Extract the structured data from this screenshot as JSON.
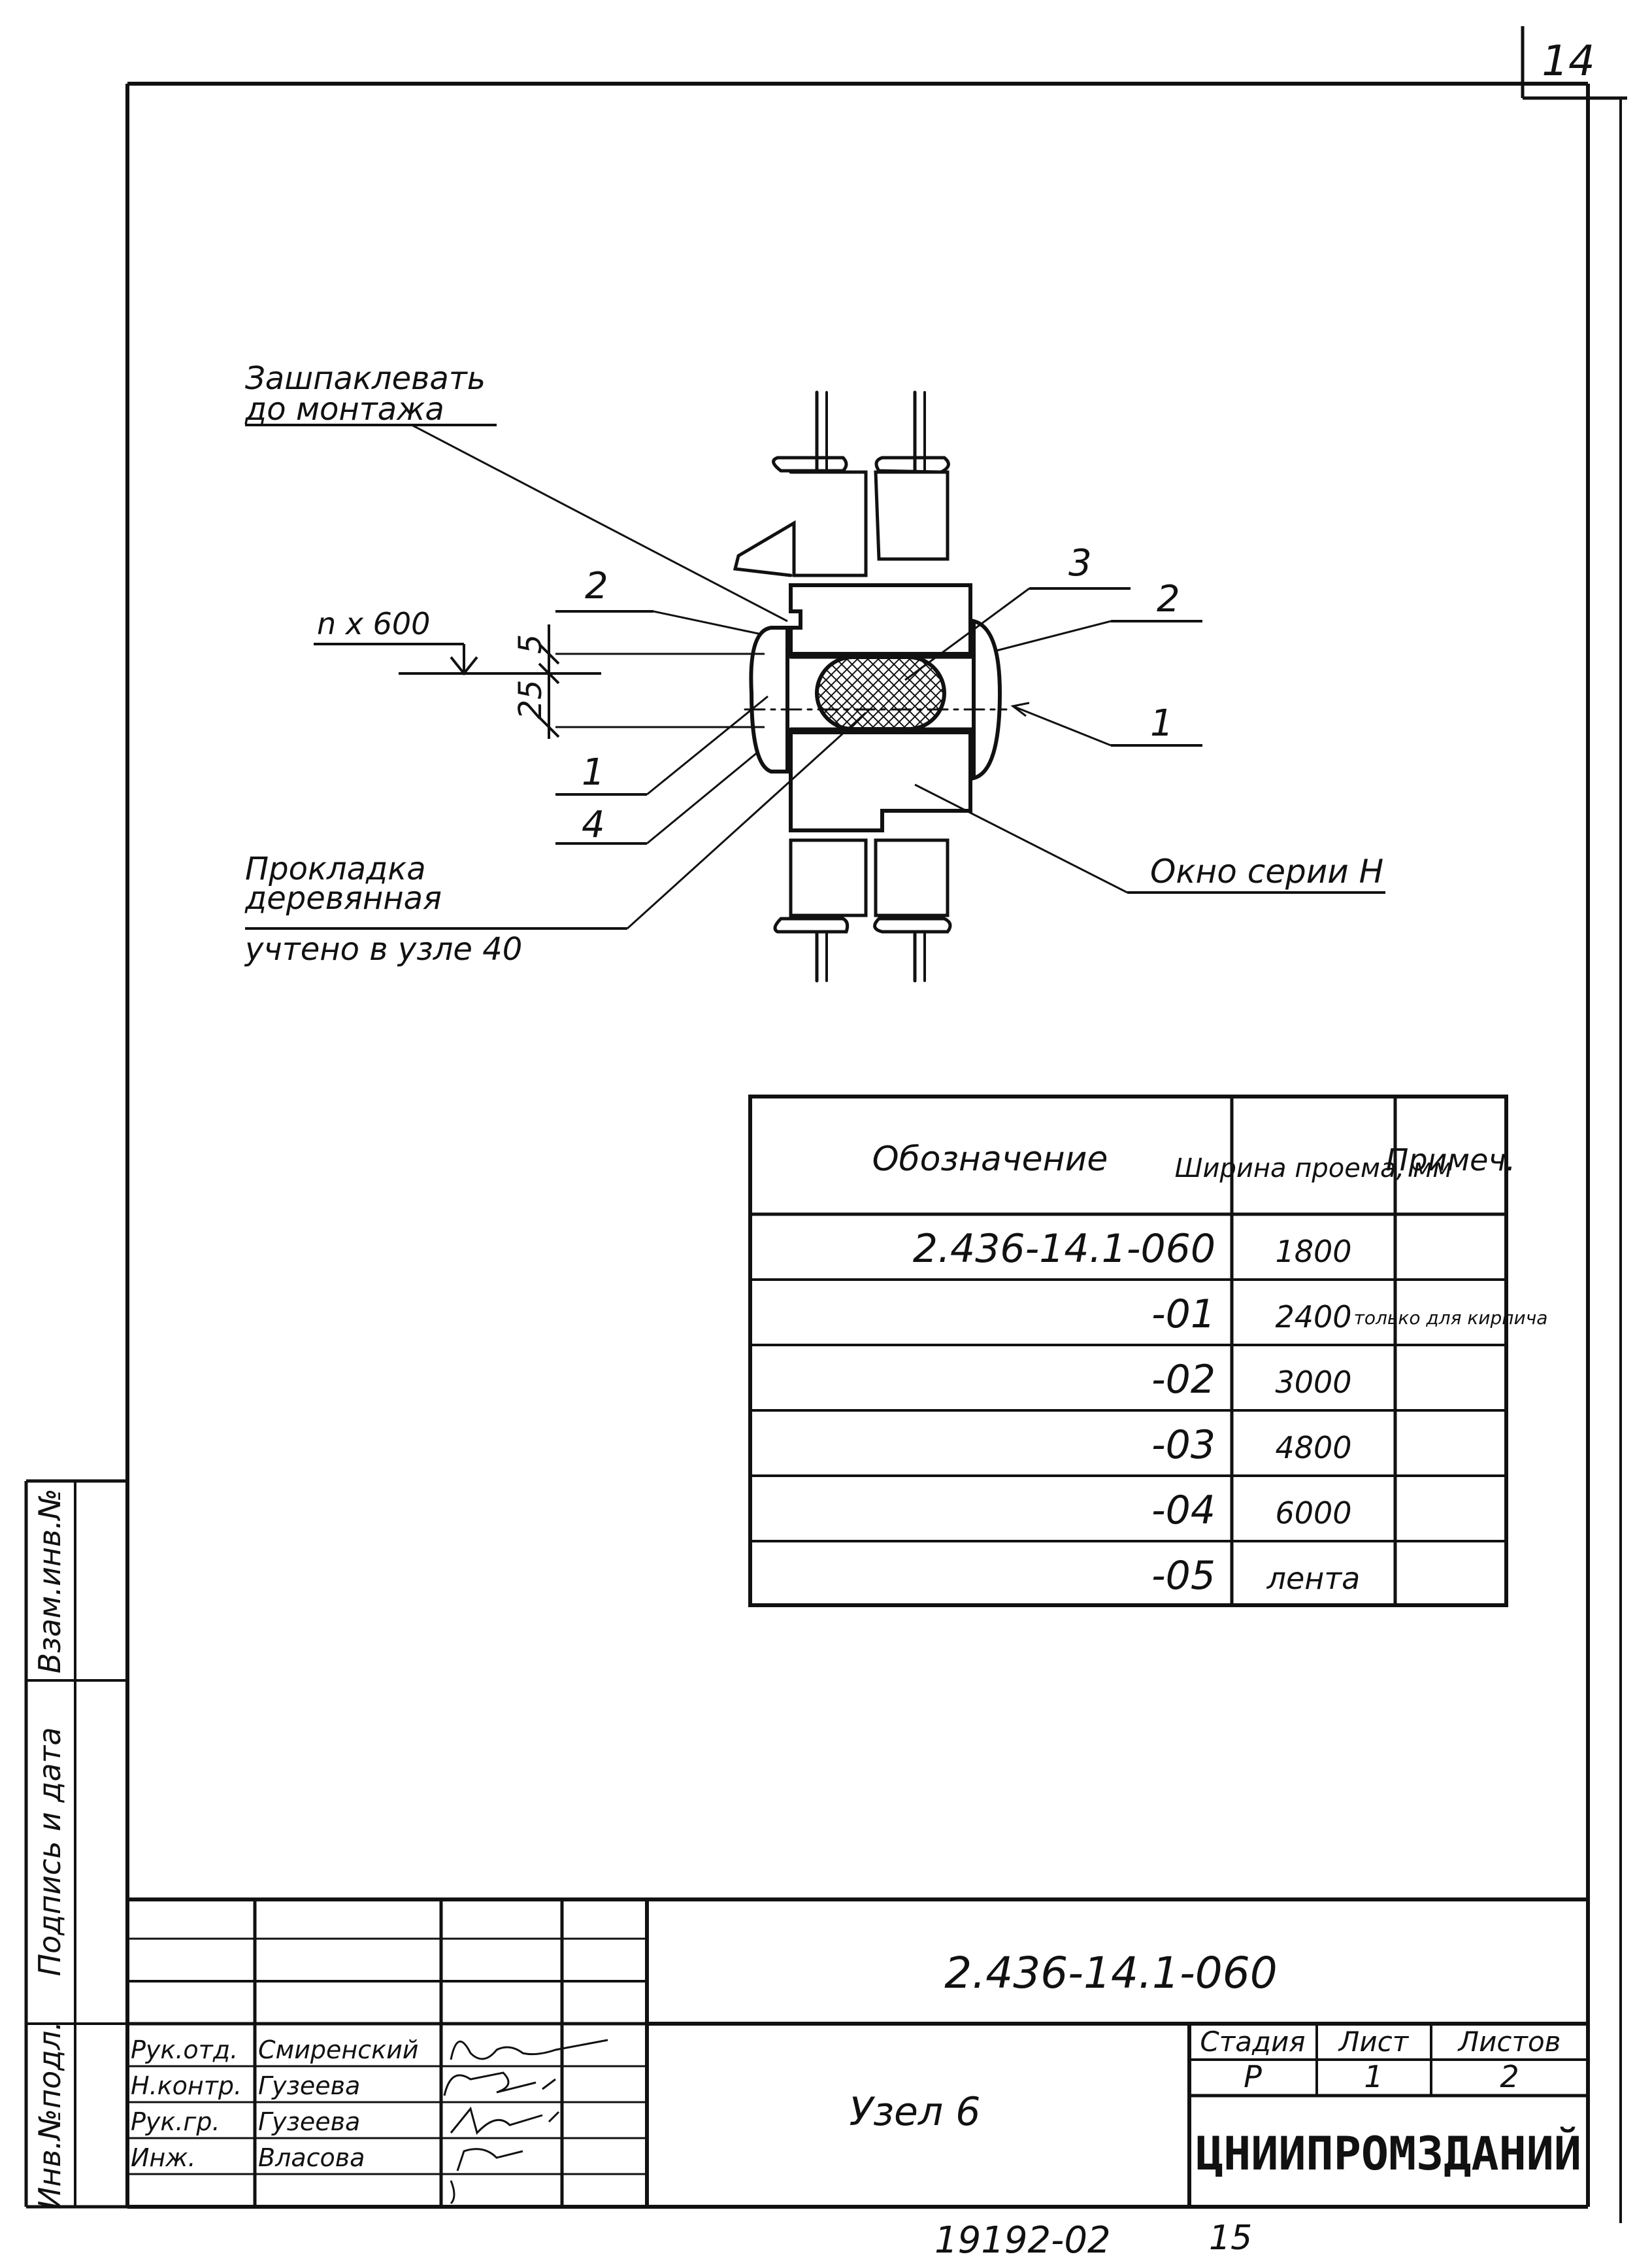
{
  "page_number": "14",
  "drawing": {
    "note_putty": [
      "Зашпаклевать",
      "до монтажа"
    ],
    "note_step": "n x 600",
    "dim_5": "5",
    "dim_25": "25",
    "callout_1_left": "1",
    "callout_1_right": "1",
    "callout_2_left": "2",
    "callout_2_right": "2",
    "callout_3": "3",
    "callout_4": "4",
    "note_spacer": [
      "Прокладка",
      "деревянная",
      "учтено в узле 40"
    ],
    "note_window": "Окно серии Н"
  },
  "spec_table": {
    "headers": [
      "Обозначение",
      "Ширина проема, мм",
      "Примеч."
    ],
    "rows": [
      {
        "designation": "2.436-14.1-060",
        "width": "1800",
        "note": ""
      },
      {
        "designation": "-01",
        "width": "2400",
        "note": "только для кирпича"
      },
      {
        "designation": "-02",
        "width": "3000",
        "note": ""
      },
      {
        "designation": "-03",
        "width": "4800",
        "note": ""
      },
      {
        "designation": "-04",
        "width": "6000",
        "note": ""
      },
      {
        "designation": "-05",
        "width": "лента",
        "note": ""
      }
    ]
  },
  "side_stamp": {
    "labels": [
      "Взам.инв.№",
      "Подпись и дата",
      "Инв.№подл."
    ]
  },
  "title_block": {
    "doc_code": "2.436-14.1-060",
    "title": "Узел 6",
    "stage_header": "Стадия",
    "sheet_header": "Лист",
    "sheets_header": "Листов",
    "stage": "Р",
    "sheet": "1",
    "sheets": "2",
    "org": "ЦНИИПРОМЗДАНИЙ",
    "staff": [
      {
        "role": "Рук.отд.",
        "name": "Смиренский"
      },
      {
        "role": "Н.контр.",
        "name": "Гузеева"
      },
      {
        "role": "Рук.гр.",
        "name": "Гузеева"
      },
      {
        "role": "Инж.",
        "name": "Власова"
      }
    ]
  },
  "footer": {
    "archive_no": "19192-02",
    "page": "15"
  }
}
